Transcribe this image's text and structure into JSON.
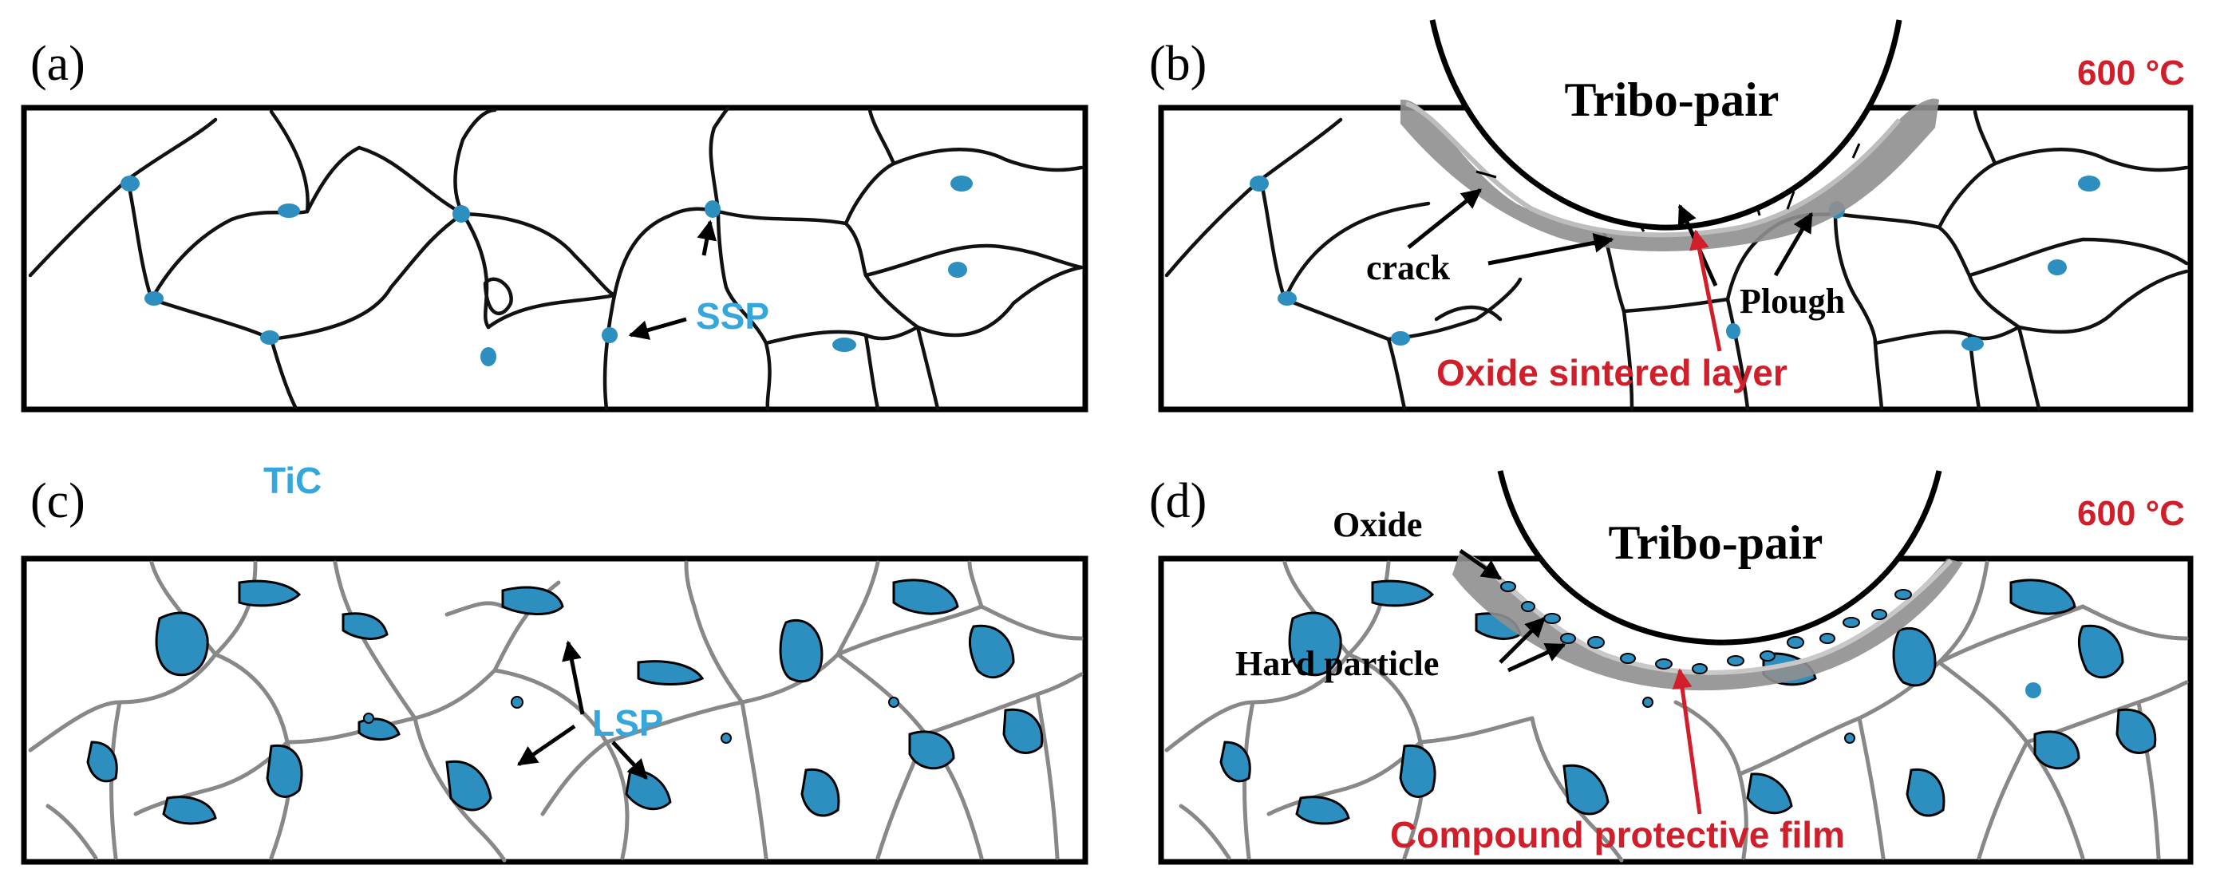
{
  "panels": {
    "a": {
      "letter": "(a)",
      "labels": {
        "ssp": "SSP"
      }
    },
    "b": {
      "letter": "(b)",
      "title": "Tribo-pair",
      "temperature": "600 °C",
      "labels": {
        "crack": "crack",
        "plough": "Plough",
        "oxide_layer": "Oxide sintered layer"
      }
    },
    "c": {
      "letter": "(c)",
      "labels": {
        "lsp": "LSP",
        "tic": "TiC"
      }
    },
    "d": {
      "letter": "(d)",
      "title": "Tribo-pair",
      "temperature": "600 °C",
      "labels": {
        "oxide": "Oxide",
        "hard_particle": "Hard particle",
        "film": "Compound protective film"
      }
    }
  },
  "colors": {
    "particle": "#2c8fbf",
    "label_blue": "#35a7dc",
    "label_red": "#d01f2a",
    "layer_gray": "#8f8f8f",
    "boundary_gray": "#888888"
  }
}
